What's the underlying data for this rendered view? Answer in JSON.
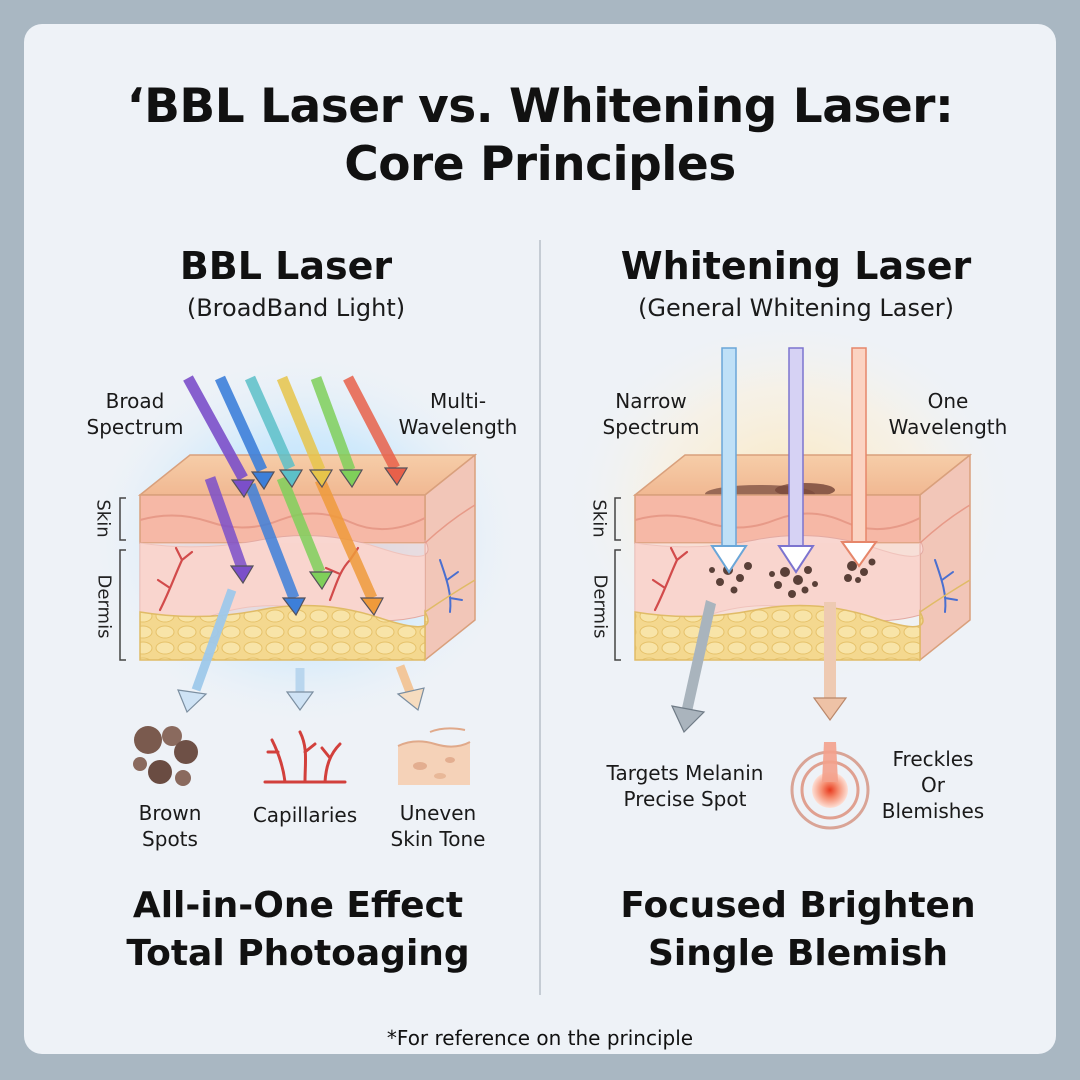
{
  "title": {
    "line1": "‘BBL Laser vs. Whitening Laser:",
    "line2": "Core Principles"
  },
  "left": {
    "heading": "BBL Laser",
    "subheading": "(BroadBand Light)",
    "beam_labels": {
      "left": [
        "Broad",
        "Spectrum"
      ],
      "right": [
        "Multi-",
        "Wavelength"
      ]
    },
    "layer_labels": {
      "skin": "Skin",
      "dermis": "Dermis"
    },
    "targets": [
      {
        "label": [
          "Brown",
          "Spots"
        ],
        "icon": "brown-spots-icon"
      },
      {
        "label": [
          "Capillaries"
        ],
        "icon": "capillaries-icon"
      },
      {
        "label": [
          "Uneven",
          "Skin Tone"
        ],
        "icon": "uneven-skin-icon"
      }
    ],
    "summary": [
      "All-in-One Effect",
      "Total Photoaging"
    ],
    "beam_colors": [
      "#7b4fc9",
      "#3d7fd9",
      "#5cc0c8",
      "#7fcf5a",
      "#e6c44a",
      "#ef9a3b",
      "#e8604a"
    ]
  },
  "right": {
    "heading": "Whitening Laser",
    "subheading": "(General Whitening Laser)",
    "beam_labels": {
      "left": [
        "Narrow",
        "Spectrum"
      ],
      "right": [
        "One",
        "Wavelength"
      ]
    },
    "layer_labels": {
      "skin": "Skin",
      "dermis": "Dermis"
    },
    "targets": [
      {
        "label": [
          "Targets Melanin",
          "Precise Spot"
        ],
        "icon": "melanin-target-icon"
      },
      {
        "label": [
          "Freckles",
          "Or",
          "Blemishes"
        ],
        "icon": "bullseye-icon"
      }
    ],
    "summary": [
      "Focused Brighten",
      "Single Blemish"
    ],
    "beam_colors": [
      "#7fb6e8",
      "#8a86d6",
      "#ee9a7a"
    ]
  },
  "footnote": "*For reference on the principle"
}
